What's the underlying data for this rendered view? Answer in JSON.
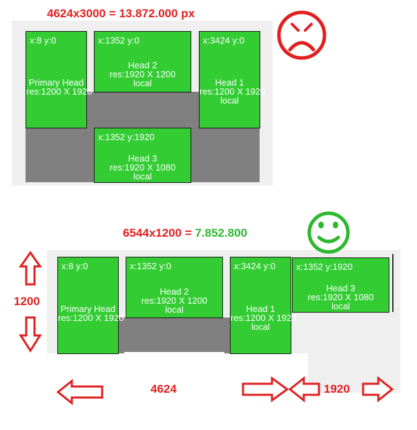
{
  "top": {
    "title_left": "4624x3000 = ",
    "title_right": "13.872.000 px",
    "monitors": [
      {
        "coord": "x:8 y:0",
        "name": "Primary Head",
        "res": "res:1200 X 1920",
        "loc": ""
      },
      {
        "coord": "x:1352 y:0",
        "name": "Head 2",
        "res": "res:1920 X 1200",
        "loc": "local"
      },
      {
        "coord": "x:3424 y:0",
        "name": "Head 1",
        "res": "res:1200 X 1920",
        "loc": "local"
      },
      {
        "coord": "x:1352 y:1920",
        "name": "Head 3",
        "res": "res:1920 X 1080",
        "loc": "local"
      }
    ],
    "face": "sad-face-icon"
  },
  "bottom": {
    "title_left": "6544x1200 = ",
    "title_right": "7.852.800",
    "monitors": [
      {
        "coord": "x:8 y:0",
        "name": "Primary Head",
        "res": "res:1200 X 1920",
        "loc": ""
      },
      {
        "coord": "x:1352 y:0",
        "name": "Head 2",
        "res": "res:1920 X 1200",
        "loc": "local"
      },
      {
        "coord": "x:3424 y:0",
        "name": "Head 1",
        "res": "res:1200 X 1920",
        "loc": "local"
      },
      {
        "coord": "x:1352 y:1920",
        "name": "Head 3",
        "res": "res:1920 X 1080",
        "loc": "local"
      }
    ],
    "face": "happy-face-icon",
    "dim_height": "1200",
    "dim_width_main": "4624",
    "dim_width_extra": "1920"
  },
  "colors": {
    "red": "#e02020",
    "green": "#33cc33",
    "face_green": "#2db82d",
    "gray": "#808080"
  }
}
